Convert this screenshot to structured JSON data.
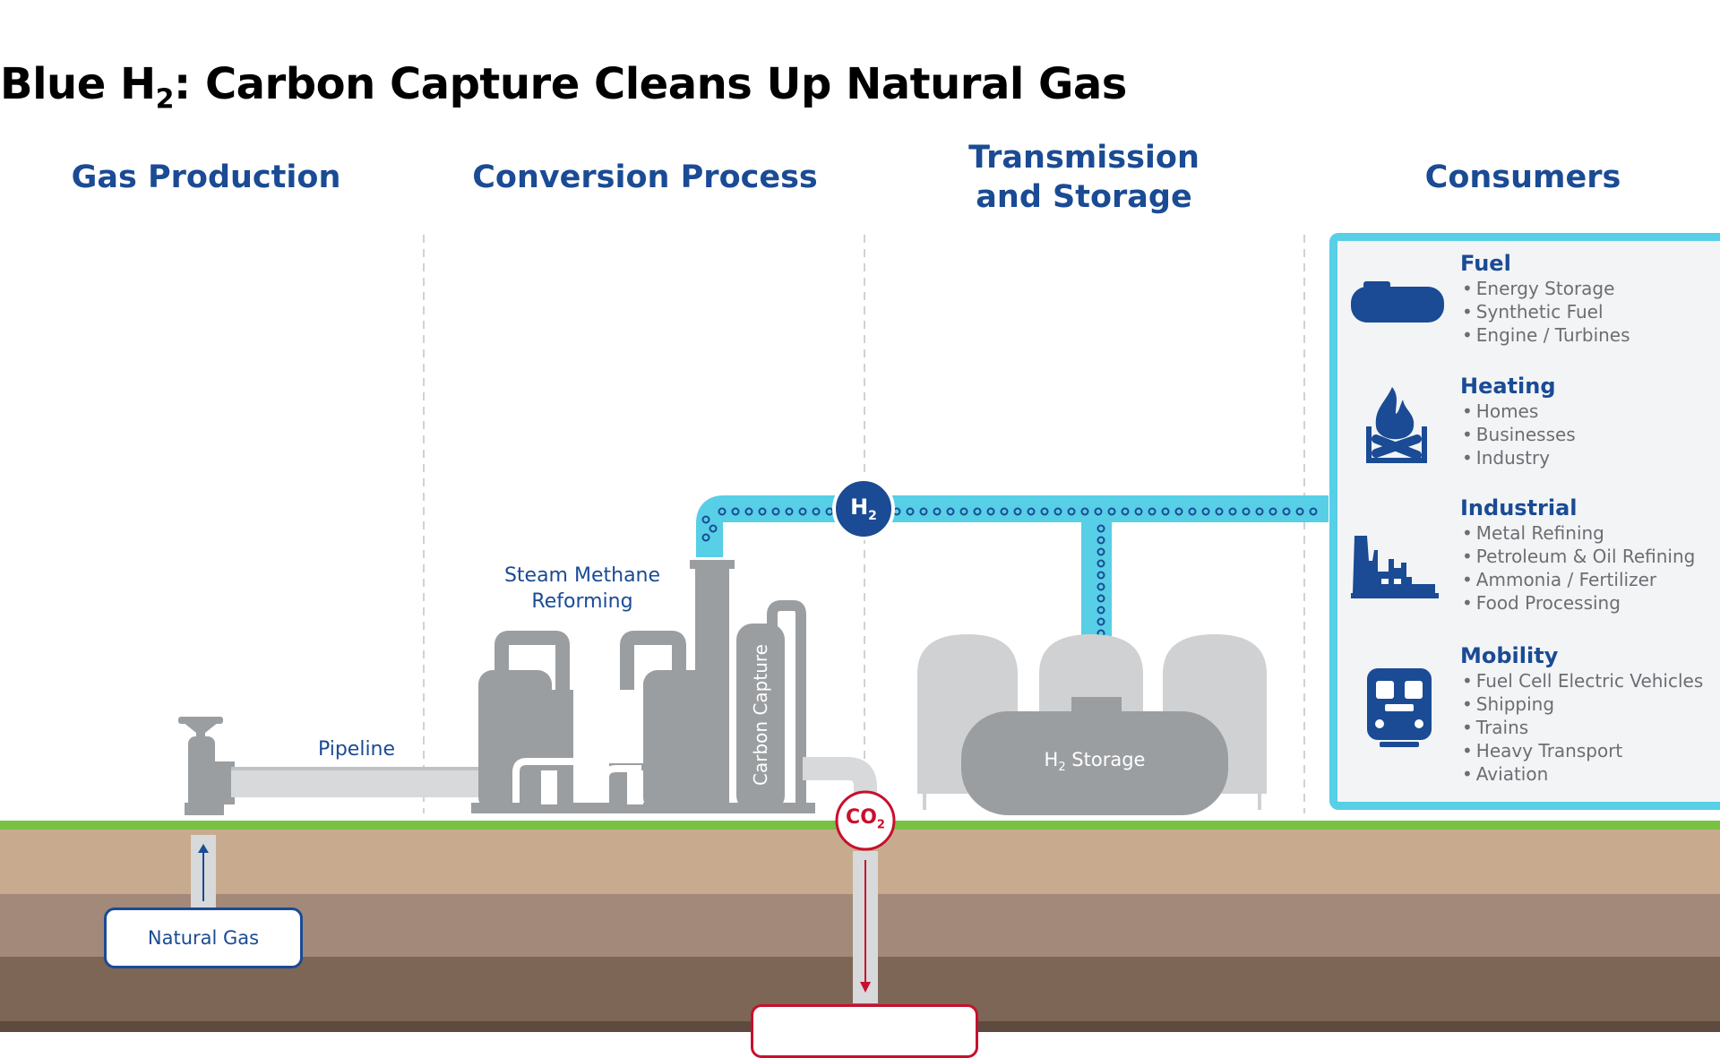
{
  "title": {
    "prefix": "Blue H",
    "sub": "2",
    "rest": ": Carbon Capture Cleans Up Natural Gas"
  },
  "columns": {
    "gas_production": "Gas Production",
    "conversion_process": "Conversion Process",
    "transmission_line1": "Transmission",
    "transmission_line2": "and Storage",
    "consumers": "Consumers"
  },
  "labels": {
    "pipeline": "Pipeline",
    "smr_line1": "Steam Methane",
    "smr_line2": "Reforming",
    "carbon_capture": "Carbon Capture",
    "h2_badge": "H",
    "h2_badge_sub": "2",
    "co2_badge": "CO",
    "co2_badge_sub": "2",
    "storage_prefix": "H",
    "storage_sub": "2",
    "storage_rest": " Storage",
    "natural_gas": "Natural Gas"
  },
  "consumers": [
    {
      "title": "Fuel",
      "icon": "fuel-tank-icon",
      "items": [
        "Energy Storage",
        "Synthetic Fuel",
        "Engine / Turbines"
      ]
    },
    {
      "title": "Heating",
      "icon": "fire-icon",
      "items": [
        "Homes",
        "Businesses",
        "Industry"
      ]
    },
    {
      "title": "Industrial",
      "icon": "factory-icon",
      "items": [
        "Metal Refining",
        "Petroleum & Oil Refining",
        "Ammonia / Fertilizer",
        "Food Processing"
      ]
    },
    {
      "title": "Mobility",
      "icon": "train-icon",
      "items": [
        "Fuel Cell Electric Vehicles",
        "Shipping",
        "Trains",
        "Heavy Transport",
        "Aviation"
      ]
    }
  ],
  "colors": {
    "navy": "#1a4b94",
    "cyan": "#57cfe6",
    "grass": "#7ac143",
    "gray": "#9b9ea1",
    "co2_red": "#c8102e"
  }
}
